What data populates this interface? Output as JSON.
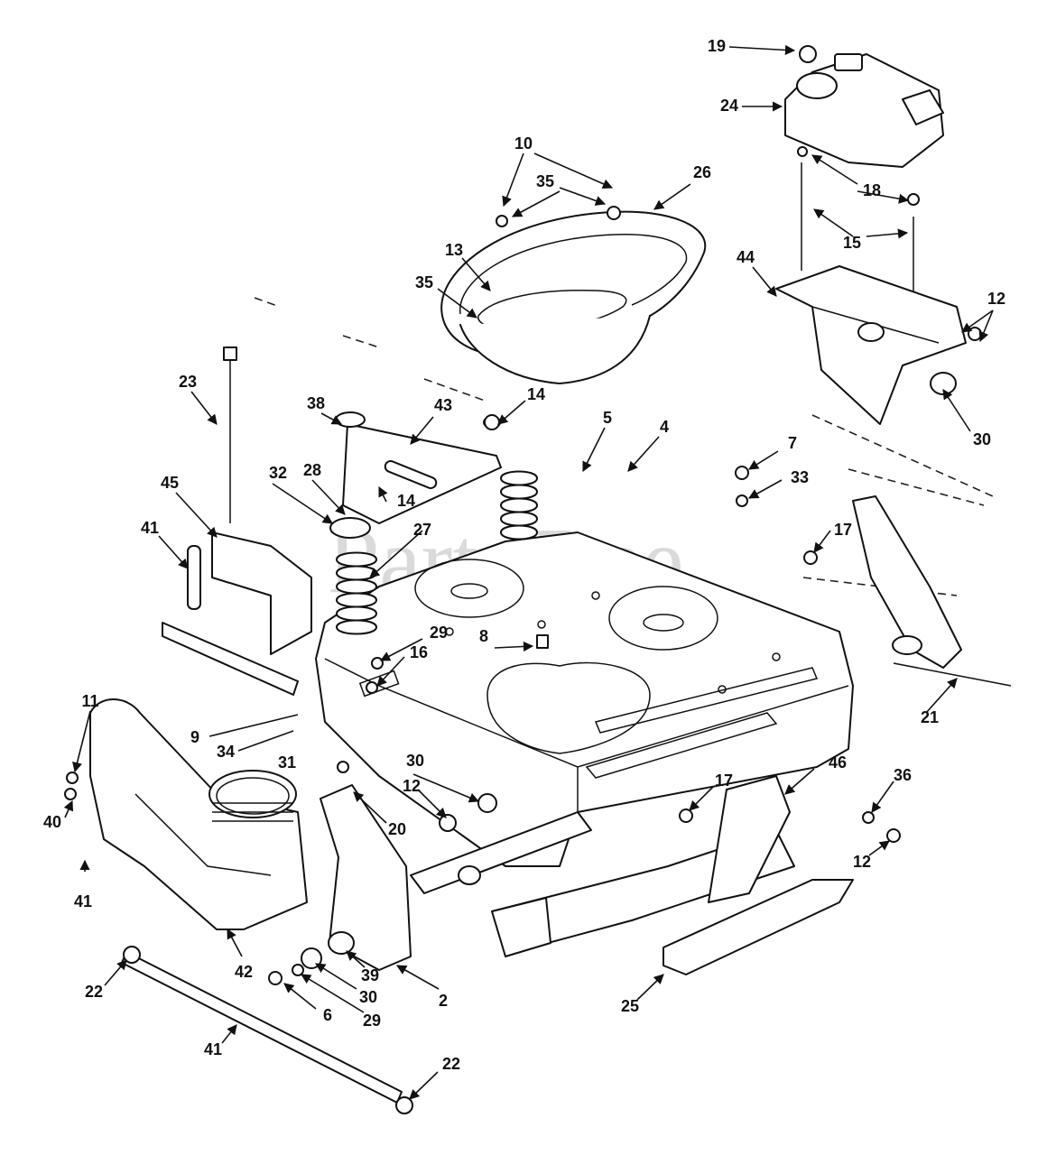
{
  "watermark": "PartsTree",
  "callouts": [
    {
      "id": "c-19",
      "label": "19"
    },
    {
      "id": "c-24",
      "label": "24"
    },
    {
      "id": "c-10",
      "label": "10"
    },
    {
      "id": "c-26",
      "label": "26"
    },
    {
      "id": "c-35a",
      "label": "35"
    },
    {
      "id": "c-18",
      "label": "18"
    },
    {
      "id": "c-15",
      "label": "15"
    },
    {
      "id": "c-13",
      "label": "13"
    },
    {
      "id": "c-35b",
      "label": "35"
    },
    {
      "id": "c-44",
      "label": "44"
    },
    {
      "id": "c-12a",
      "label": "12"
    },
    {
      "id": "c-30a",
      "label": "30"
    },
    {
      "id": "c-23",
      "label": "23"
    },
    {
      "id": "c-38",
      "label": "38"
    },
    {
      "id": "c-43",
      "label": "43"
    },
    {
      "id": "c-14a",
      "label": "14"
    },
    {
      "id": "c-5",
      "label": "5"
    },
    {
      "id": "c-4",
      "label": "4"
    },
    {
      "id": "c-7",
      "label": "7"
    },
    {
      "id": "c-32",
      "label": "32"
    },
    {
      "id": "c-28",
      "label": "28"
    },
    {
      "id": "c-45",
      "label": "45"
    },
    {
      "id": "c-33",
      "label": "33"
    },
    {
      "id": "c-14b",
      "label": "14"
    },
    {
      "id": "c-17a",
      "label": "17"
    },
    {
      "id": "c-41a",
      "label": "41"
    },
    {
      "id": "c-27",
      "label": "27"
    },
    {
      "id": "c-29a",
      "label": "29"
    },
    {
      "id": "c-8",
      "label": "8"
    },
    {
      "id": "c-16",
      "label": "16"
    },
    {
      "id": "c-11",
      "label": "11"
    },
    {
      "id": "c-21",
      "label": "21"
    },
    {
      "id": "c-9",
      "label": "9"
    },
    {
      "id": "c-34",
      "label": "34"
    },
    {
      "id": "c-31",
      "label": "31"
    },
    {
      "id": "c-30b",
      "label": "30"
    },
    {
      "id": "c-46",
      "label": "46"
    },
    {
      "id": "c-12b",
      "label": "12"
    },
    {
      "id": "c-17b",
      "label": "17"
    },
    {
      "id": "c-36",
      "label": "36"
    },
    {
      "id": "c-40",
      "label": "40"
    },
    {
      "id": "c-20",
      "label": "20"
    },
    {
      "id": "c-41b",
      "label": "41"
    },
    {
      "id": "c-12c",
      "label": "12"
    },
    {
      "id": "c-42",
      "label": "42"
    },
    {
      "id": "c-22a",
      "label": "22"
    },
    {
      "id": "c-39",
      "label": "39"
    },
    {
      "id": "c-30c",
      "label": "30"
    },
    {
      "id": "c-2",
      "label": "2"
    },
    {
      "id": "c-25",
      "label": "25"
    },
    {
      "id": "c-6",
      "label": "6"
    },
    {
      "id": "c-29b",
      "label": "29"
    },
    {
      "id": "c-41c",
      "label": "41"
    },
    {
      "id": "c-22b",
      "label": "22"
    }
  ]
}
